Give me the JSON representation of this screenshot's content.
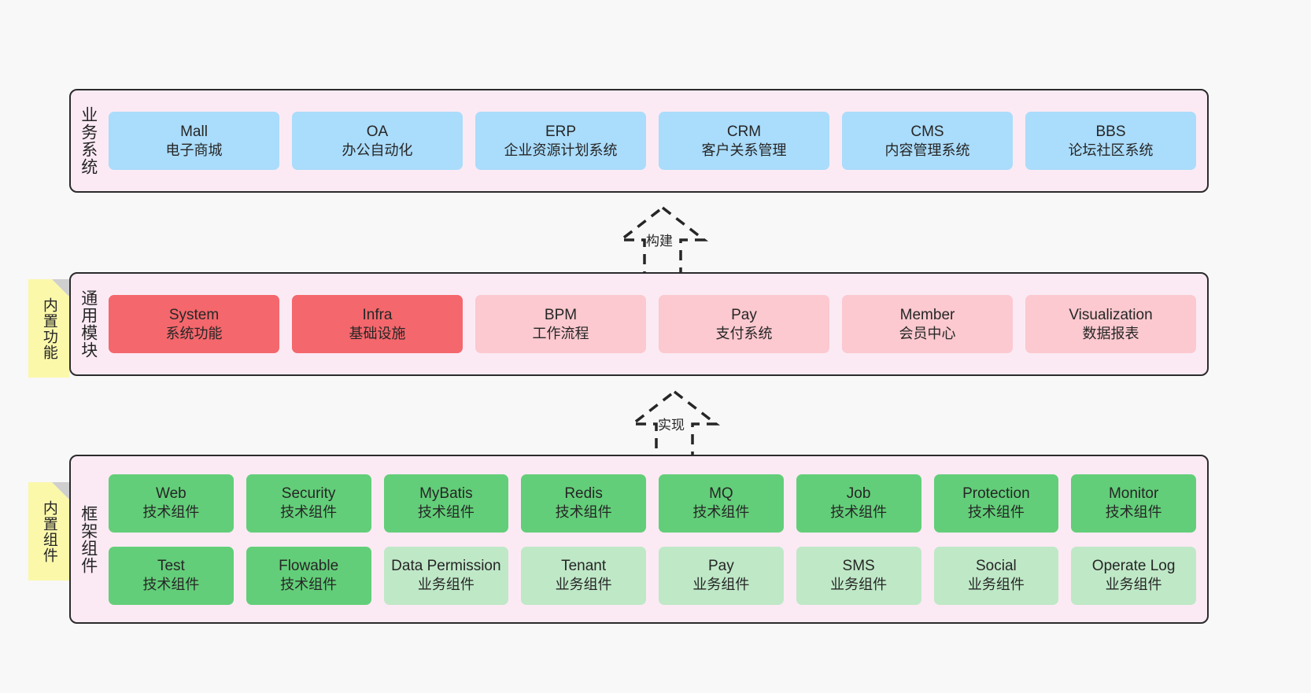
{
  "diagram": {
    "title": "",
    "colors": {
      "panel_bg": "#fbeaf4",
      "panel_border": "#2b2b2b",
      "canvas_bg": "#f8f8f8",
      "business_box": "#aadcfb",
      "module_primary": "#f4676c",
      "module_secondary": "#fbc9cf",
      "component_tech": "#63ce79",
      "component_business": "#bfe8c7",
      "note_bg": "#fbf8aa",
      "note_fold": "#cfcfcf"
    }
  },
  "layers": [
    {
      "id": "business-system",
      "title": "业务系统",
      "rows": [
        {
          "cells": [
            {
              "en": "Mall",
              "cn": "电子商城",
              "style": "c-blue"
            },
            {
              "en": "OA",
              "cn": "办公自动化",
              "style": "c-blue"
            },
            {
              "en": "ERP",
              "cn": "企业资源计划系统",
              "style": "c-blue"
            },
            {
              "en": "CRM",
              "cn": "客户关系管理",
              "style": "c-blue"
            },
            {
              "en": "CMS",
              "cn": "内容管理系统",
              "style": "c-blue"
            },
            {
              "en": "BBS",
              "cn": "论坛社区系统",
              "style": "c-blue"
            }
          ]
        }
      ]
    },
    {
      "id": "common-module",
      "title": "通用模块",
      "note": "内置功能",
      "rows": [
        {
          "cells": [
            {
              "en": "System",
              "cn": "系统功能",
              "style": "c-red-strong"
            },
            {
              "en": "Infra",
              "cn": "基础设施",
              "style": "c-red-strong"
            },
            {
              "en": "BPM",
              "cn": "工作流程",
              "style": "c-red-soft"
            },
            {
              "en": "Pay",
              "cn": "支付系统",
              "style": "c-red-soft"
            },
            {
              "en": "Member",
              "cn": "会员中心",
              "style": "c-red-soft"
            },
            {
              "en": "Visualization",
              "cn": "数据报表",
              "style": "c-red-soft"
            }
          ]
        }
      ]
    },
    {
      "id": "framework-component",
      "title": "框架组件",
      "note": "内置组件",
      "rows": [
        {
          "cells": [
            {
              "en": "Web",
              "cn": "技术组件",
              "style": "c-green-strong"
            },
            {
              "en": "Security",
              "cn": "技术组件",
              "style": "c-green-strong"
            },
            {
              "en": "MyBatis",
              "cn": "技术组件",
              "style": "c-green-strong"
            },
            {
              "en": "Redis",
              "cn": "技术组件",
              "style": "c-green-strong"
            },
            {
              "en": "MQ",
              "cn": "技术组件",
              "style": "c-green-strong"
            },
            {
              "en": "Job",
              "cn": "技术组件",
              "style": "c-green-strong"
            },
            {
              "en": "Protection",
              "cn": "技术组件",
              "style": "c-green-strong"
            },
            {
              "en": "Monitor",
              "cn": "技术组件",
              "style": "c-green-strong"
            }
          ]
        },
        {
          "cells": [
            {
              "en": "Test",
              "cn": "技术组件",
              "style": "c-green-strong"
            },
            {
              "en": "Flowable",
              "cn": "技术组件",
              "style": "c-green-strong"
            },
            {
              "en": "Data Permission",
              "cn": "业务组件",
              "style": "c-green-soft"
            },
            {
              "en": "Tenant",
              "cn": "业务组件",
              "style": "c-green-soft"
            },
            {
              "en": "Pay",
              "cn": "业务组件",
              "style": "c-green-soft"
            },
            {
              "en": "SMS",
              "cn": "业务组件",
              "style": "c-green-soft"
            },
            {
              "en": "Social",
              "cn": "业务组件",
              "style": "c-green-soft"
            },
            {
              "en": "Operate Log",
              "cn": "业务组件",
              "style": "c-green-soft"
            }
          ]
        }
      ]
    }
  ],
  "connectors": [
    {
      "id": "build",
      "label": "构建",
      "from": "common-module",
      "to": "business-system"
    },
    {
      "id": "implement",
      "label": "实现",
      "from": "framework-component",
      "to": "common-module"
    }
  ]
}
